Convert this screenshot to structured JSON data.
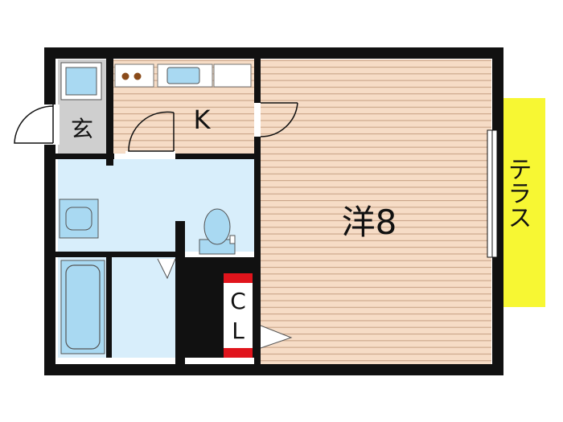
{
  "floor_plan": {
    "rooms": {
      "entrance": "玄",
      "kitchen": "K",
      "western_room": "洋8",
      "closet_top": "C",
      "closet_bottom": "L",
      "terrace": "テラス"
    },
    "colors": {
      "wall": "#111111",
      "wood_floor": "#f6dcc6",
      "wood_line": "#c9a488",
      "wet_area": "#d8eefb",
      "fixture": "#a9d9f2",
      "closet_accent": "#e0141c",
      "terrace": "#f7f733",
      "entrance_floor": "#cfcfcf"
    },
    "icons": [
      "entry-door-icon",
      "stove-burner-icon",
      "sink-icon",
      "toilet-icon",
      "washbasin-icon",
      "bathtub-icon",
      "sliding-window-icon",
      "door-swing-icon"
    ]
  }
}
